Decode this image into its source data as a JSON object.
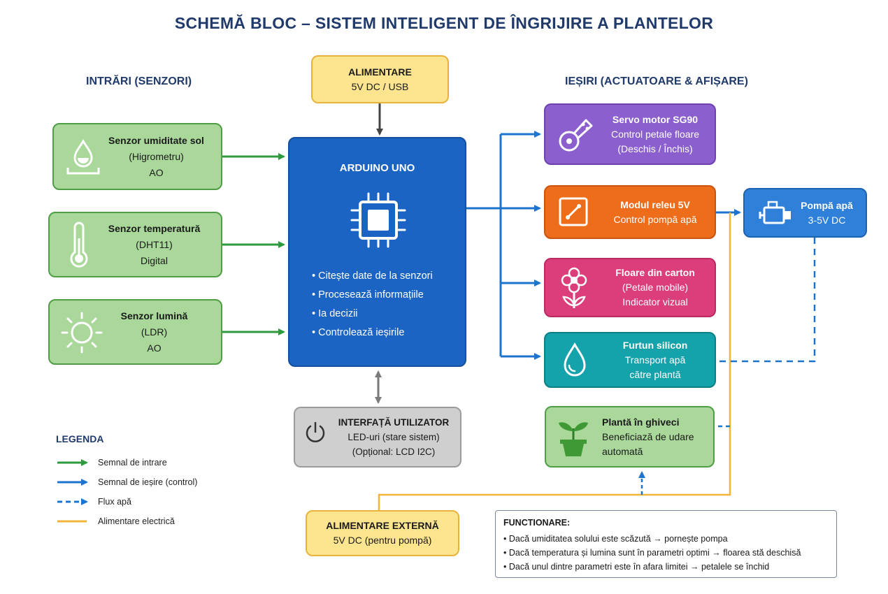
{
  "title": "SCHEMĂ BLOC – SISTEM INTELIGENT DE ÎNGRIJIRE A PLANTELOR",
  "sections": {
    "inputs": "INTRĂRI (SENZORI)",
    "outputs": "IEȘIRI (ACTUATOARE & AFIȘARE)"
  },
  "inputs": [
    {
      "name": "Senzor umiditate sol",
      "detail": "(Higrometru)",
      "type": "AO",
      "icon": "water-drop-sensor-icon"
    },
    {
      "name": "Senzor temperatură",
      "detail": "(DHT11)",
      "type": "Digital",
      "icon": "thermometer-icon"
    },
    {
      "name": "Senzor lumină",
      "detail": "(LDR)",
      "type": "AO",
      "icon": "sun-icon"
    }
  ],
  "power": {
    "title": "ALIMENTARE",
    "value": "5V DC / USB"
  },
  "arduino": {
    "title": "ARDUINO UNO",
    "icon": "chip-icon",
    "bullets": [
      "Citește date de la senzori",
      "Procesează informațiile",
      "Ia decizii",
      "Controlează ieșirile"
    ]
  },
  "ui": {
    "title": "INTERFAȚĂ UTILIZATOR",
    "line1": "LED-uri (stare sistem)",
    "line2": "(Opțional: LCD I2C)",
    "icon": "power-icon"
  },
  "outputs": [
    {
      "name": "Servo motor SG90",
      "line1": "Control petale floare",
      "line2": "(Deschis / Închis)",
      "color": "#8c5fcf",
      "border": "#6d43b0",
      "icon": "servo-icon"
    },
    {
      "name": "Modul releu 5V",
      "line1": "Control pompă apă",
      "line2": "",
      "color": "#ee6d1b",
      "border": "#c95510",
      "icon": "relay-icon"
    },
    {
      "name": "Floare din carton",
      "line1": "(Petale mobile)",
      "line2": "Indicator vizual",
      "color": "#dc3e7b",
      "border": "#b82c62",
      "icon": "flower-icon"
    },
    {
      "name": "Furtun silicon",
      "line1": "Transport apă",
      "line2": "către plantă",
      "color": "#14a2ab",
      "border": "#0e7f86",
      "icon": "water-drop-icon"
    }
  ],
  "pump": {
    "name": "Pompă apă",
    "value": "3-5V DC",
    "color": "#2f80d8",
    "icon": "pump-icon"
  },
  "plant": {
    "name": "Plantă în ghiveci",
    "line1": "Beneficiază de udare",
    "line2": "automată",
    "icon": "potted-plant-icon"
  },
  "external_power": {
    "title": "ALIMENTARE EXTERNĂ",
    "value": "5V DC (pentru pompă)"
  },
  "legend": {
    "title": "LEGENDA",
    "items": [
      {
        "label": "Semnal de intrare",
        "color": "#2e9a3e"
      },
      {
        "label": "Semnal de ieșire (control)",
        "color": "#1c74cf"
      },
      {
        "label": "Flux apă",
        "color": "#1c74cf"
      },
      {
        "label": "Alimentare electrică",
        "color": "#f2b43b"
      }
    ]
  },
  "functioning": {
    "title": "FUNCTIONARE:",
    "items": [
      "• Dacă umiditatea solului este scăzută → pornește pompa",
      "• Dacă temperatura și lumina sunt în parametri optimi → floarea stă deschisă",
      "• Dacă unul dintre parametri este în afara limitei → petalele se închid"
    ]
  },
  "colors": {
    "input_signal": "#2e9a3e",
    "output_signal": "#1c74cf",
    "power_line": "#f2b43b",
    "neutral_arrow": "#444444",
    "heading": "#1f3a6b"
  }
}
